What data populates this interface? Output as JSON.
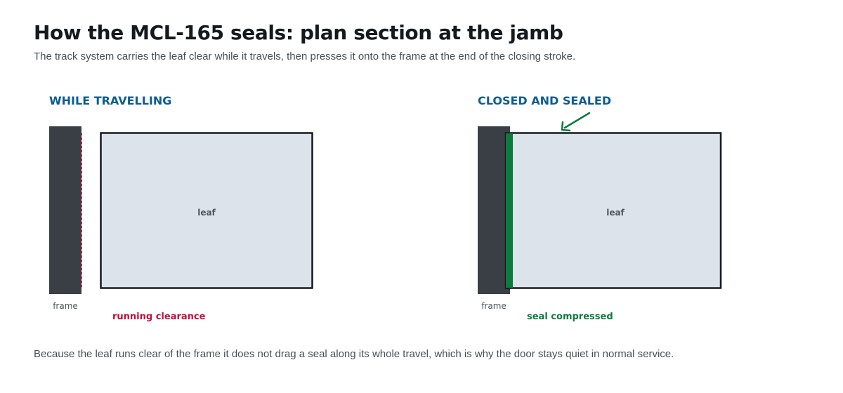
{
  "header": {
    "title": "How the MCL-165 seals: plan section at the jamb",
    "subtitle": "The track system carries the leaf clear while it travels, then presses it onto the frame at the end of the closing stroke."
  },
  "panels": {
    "travelling": {
      "heading": "WHILE TRAVELLING",
      "leaf_label": "leaf",
      "frame_label": "frame",
      "callout": "running clearance"
    },
    "sealed": {
      "heading": "CLOSED AND SEALED",
      "leaf_label": "leaf",
      "frame_label": "frame",
      "callout": "seal compressed"
    }
  },
  "footer": {
    "note": "Because the leaf runs clear of the frame it does not drag a seal along its whole travel, which is why the door stays quiet in normal service."
  },
  "colors": {
    "heading": "#0b5d91",
    "frame": "#3a3f46",
    "leaf_fill": "#dde3ea",
    "clearance": "#c0103c",
    "seal": "#0e7a3e"
  }
}
